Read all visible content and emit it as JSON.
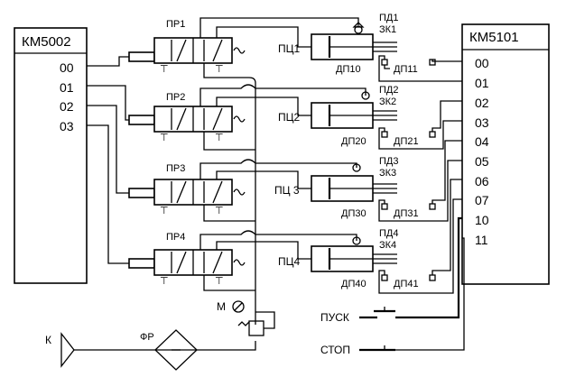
{
  "left_module": {
    "title": "КМ5002",
    "pins": [
      "00",
      "01",
      "02",
      "03"
    ]
  },
  "right_module": {
    "title": "КМ5101",
    "pins": [
      "00",
      "01",
      "02",
      "03",
      "04",
      "05",
      "06",
      "07",
      "10",
      "11"
    ]
  },
  "valves": [
    {
      "label": "ПР1"
    },
    {
      "label": "ПР2"
    },
    {
      "label": "ПР3"
    },
    {
      "label": "ПР4"
    }
  ],
  "cylinders": [
    {
      "label": "ПЦ1",
      "pd": "ПД1",
      "zk": "ЗК1",
      "dp_left": "ДП10",
      "dp_right": "ДП11"
    },
    {
      "label": "ПЦ2",
      "pd": "ПД2",
      "zk": "ЗК2",
      "dp_left": "ДП20",
      "dp_right": "ДП21"
    },
    {
      "label": "ПЦ 3",
      "pd": "ПД3",
      "zk": "ЗК3",
      "dp_left": "ДП30",
      "dp_right": "ДП31"
    },
    {
      "label": "ПЦ4",
      "pd": "ПД4",
      "zk": "ЗК4",
      "dp_left": "ДП40",
      "dp_right": "ДП41"
    }
  ],
  "supply": {
    "source": "К",
    "filter": "ФР",
    "manometer": "М"
  },
  "buttons": {
    "start": "ПУСК",
    "stop": "СТОП"
  }
}
